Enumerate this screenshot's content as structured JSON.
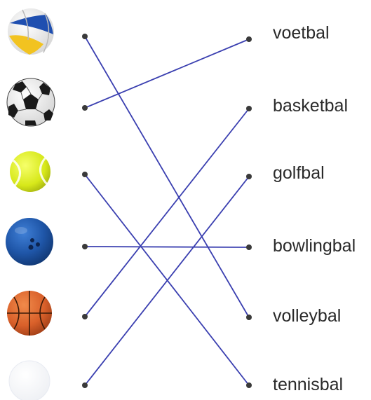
{
  "words": [
    "voetbal",
    "basketbal",
    "golfbal",
    "bowlingbal",
    "volleybal",
    "tennisbal"
  ],
  "balls": [
    {
      "name": "volleyball-icon",
      "kind": "volleyball"
    },
    {
      "name": "soccer-ball-icon",
      "kind": "soccer"
    },
    {
      "name": "tennis-ball-icon",
      "kind": "tennis"
    },
    {
      "name": "bowling-ball-icon",
      "kind": "bowling"
    },
    {
      "name": "basketball-icon",
      "kind": "basketball"
    },
    {
      "name": "golf-ball-icon",
      "kind": "golf"
    }
  ],
  "connections": [
    {
      "from": 0,
      "to": 4
    },
    {
      "from": 1,
      "to": 0
    },
    {
      "from": 2,
      "to": 5
    },
    {
      "from": 3,
      "to": 3
    },
    {
      "from": 4,
      "to": 1
    },
    {
      "from": 5,
      "to": 2
    }
  ],
  "colors": {
    "line": "#3a3fb0",
    "dot": "#3a3a3a",
    "text": "#2a2a2a"
  }
}
